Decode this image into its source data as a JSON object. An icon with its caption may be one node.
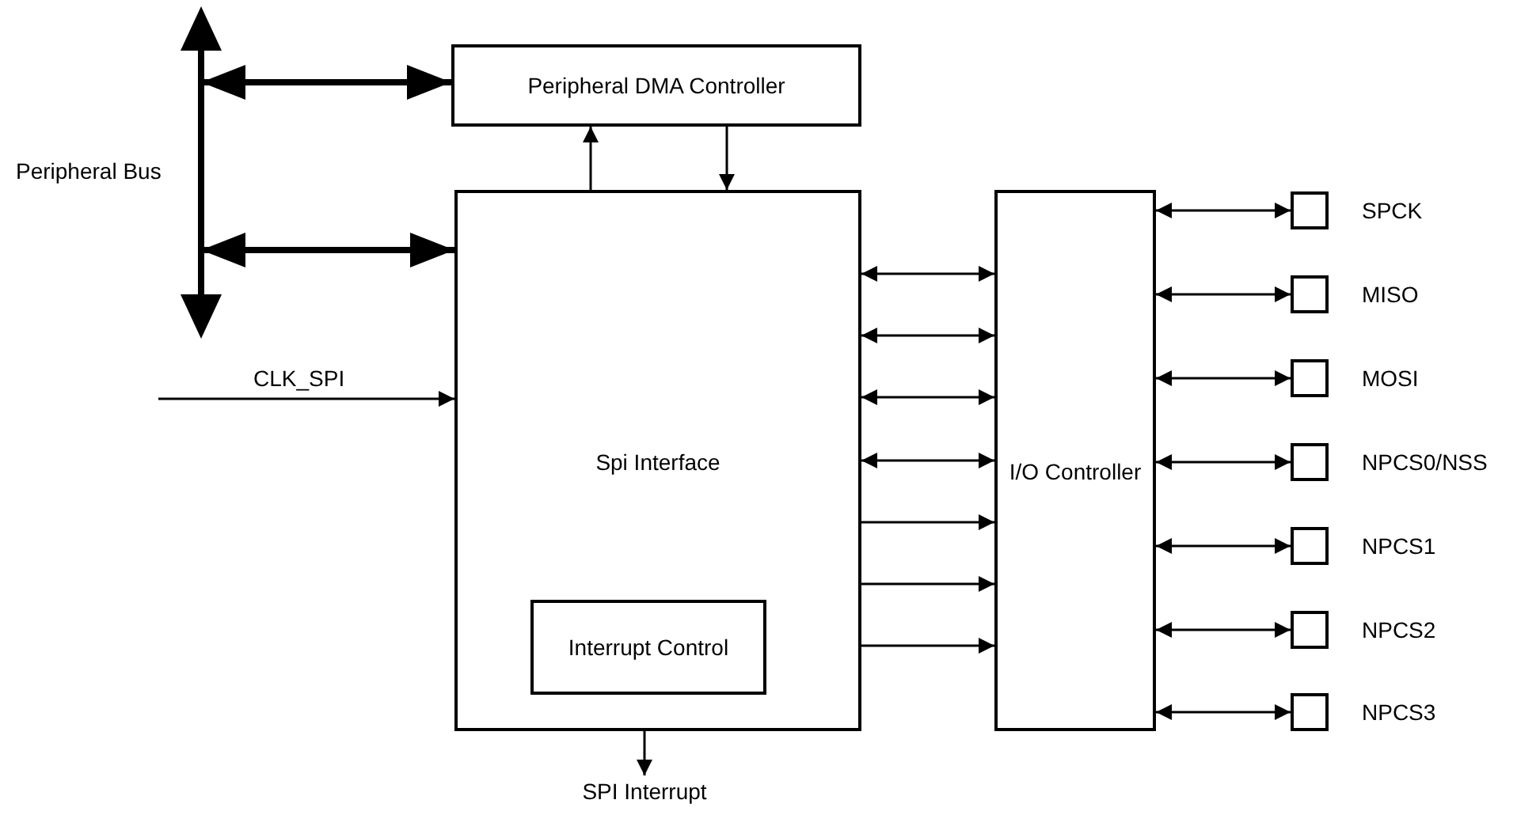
{
  "diagram": {
    "nodes": [
      {
        "text": [],
        "shape": "bar",
        "beside": [
          "Peripheral Bus"
        ]
      },
      {
        "text": [
          "Peripheral DMA Controller"
        ]
      },
      {
        "text": [
          "Spi Interface"
        ]
      },
      {
        "text": [
          "Interrupt Control"
        ],
        "in": 2
      },
      {
        "text": [
          "I/O Controller"
        ]
      },
      {
        "text": [],
        "shape": "box",
        "beside": [
          "SPCK"
        ]
      },
      {
        "text": [],
        "shape": "box",
        "beside": [
          "MISO"
        ]
      },
      {
        "text": [],
        "shape": "box",
        "beside": [
          "MOSI"
        ]
      },
      {
        "text": [],
        "shape": "box",
        "beside": [
          "NPCS0/NSS"
        ]
      },
      {
        "text": [],
        "shape": "box",
        "beside": [
          "NPCS1"
        ]
      },
      {
        "text": [],
        "shape": "box",
        "beside": [
          "NPCS2"
        ]
      },
      {
        "text": [],
        "shape": "box",
        "beside": [
          "NPCS3"
        ]
      },
      {
        "text": [
          "SPI Interrupt"
        ]
      }
    ],
    "edges": [
      {
        "from": 0,
        "to": 1,
        "arrow": "both",
        "style": "thick"
      },
      {
        "from": 0,
        "to": 2,
        "arrow": "both",
        "style": "thick"
      },
      {
        "from": 2,
        "to": 1,
        "arrow": "to"
      },
      {
        "from": 1,
        "to": 2,
        "arrow": "to"
      },
      {
        "from": null,
        "to": 2,
        "arrow": "to",
        "label": "CLK_SPI"
      },
      {
        "from": 2,
        "to": 4,
        "arrow": "both"
      },
      {
        "from": 2,
        "to": 4,
        "arrow": "both"
      },
      {
        "from": 2,
        "to": 4,
        "arrow": "both"
      },
      {
        "from": 2,
        "to": 4,
        "arrow": "both"
      },
      {
        "from": 2,
        "to": 4,
        "arrow": "to"
      },
      {
        "from": 2,
        "to": 4,
        "arrow": "to"
      },
      {
        "from": 2,
        "to": 4,
        "arrow": "to"
      },
      {
        "from": 4,
        "to": 5,
        "arrow": "both"
      },
      {
        "from": 4,
        "to": 6,
        "arrow": "both"
      },
      {
        "from": 4,
        "to": 7,
        "arrow": "both"
      },
      {
        "from": 4,
        "to": 8,
        "arrow": "both"
      },
      {
        "from": 4,
        "to": 9,
        "arrow": "both"
      },
      {
        "from": 4,
        "to": 10,
        "arrow": "both"
      },
      {
        "from": 4,
        "to": 11,
        "arrow": "both"
      },
      {
        "from": 3,
        "to": 12,
        "arrow": "to"
      }
    ]
  }
}
